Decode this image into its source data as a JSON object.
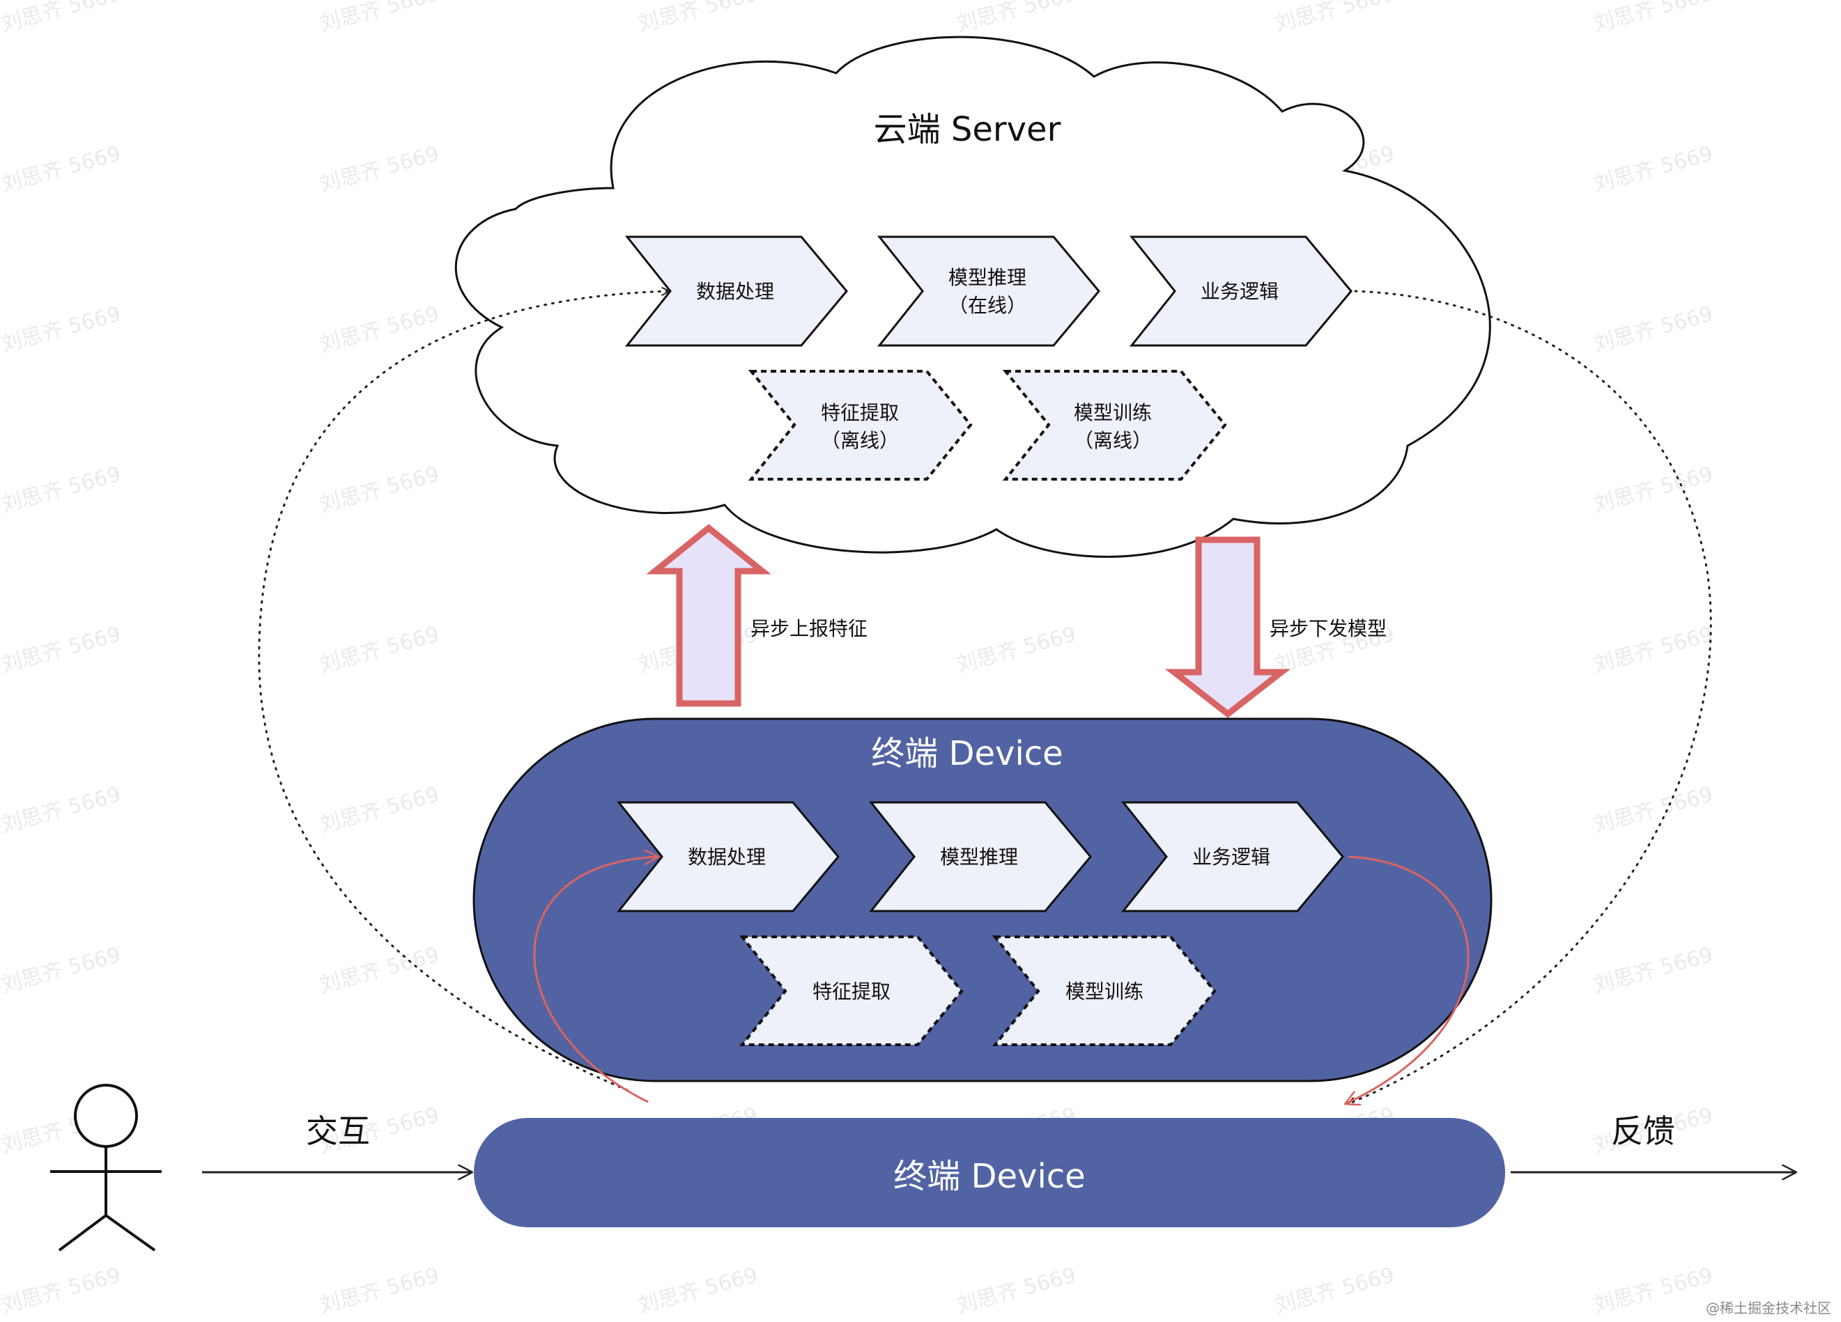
{
  "colors": {
    "device_fill": "#5263a4",
    "chevron_fill": "#eef0fa",
    "arrow_fill": "#e6e2fa",
    "arrow_stroke": "#d86464",
    "flow_red": "#d9645f",
    "dotted": "#222222"
  },
  "cloud": {
    "title": "云端 Server",
    "online": [
      {
        "line1": "数据处理",
        "line2": ""
      },
      {
        "line1": "模型推理",
        "line2": "（在线）"
      },
      {
        "line1": "业务逻辑",
        "line2": ""
      }
    ],
    "offline": [
      {
        "line1": "特征提取",
        "line2": "（离线）"
      },
      {
        "line1": "模型训练",
        "line2": "（离线）"
      }
    ]
  },
  "arrows": {
    "up_label": "异步上报特征",
    "down_label": "异步下发模型"
  },
  "device_pill": {
    "title": "终端 Device",
    "online": [
      "数据处理",
      "模型推理",
      "业务逻辑"
    ],
    "offline": [
      "特征提取",
      "模型训练"
    ]
  },
  "device_bar": {
    "title": "终端 Device"
  },
  "user_flow": {
    "input_label": "交互",
    "output_label": "反馈"
  },
  "watermark": {
    "text": "刘思齐 5669"
  },
  "footer": {
    "text": "@稀土掘金技术社区"
  }
}
